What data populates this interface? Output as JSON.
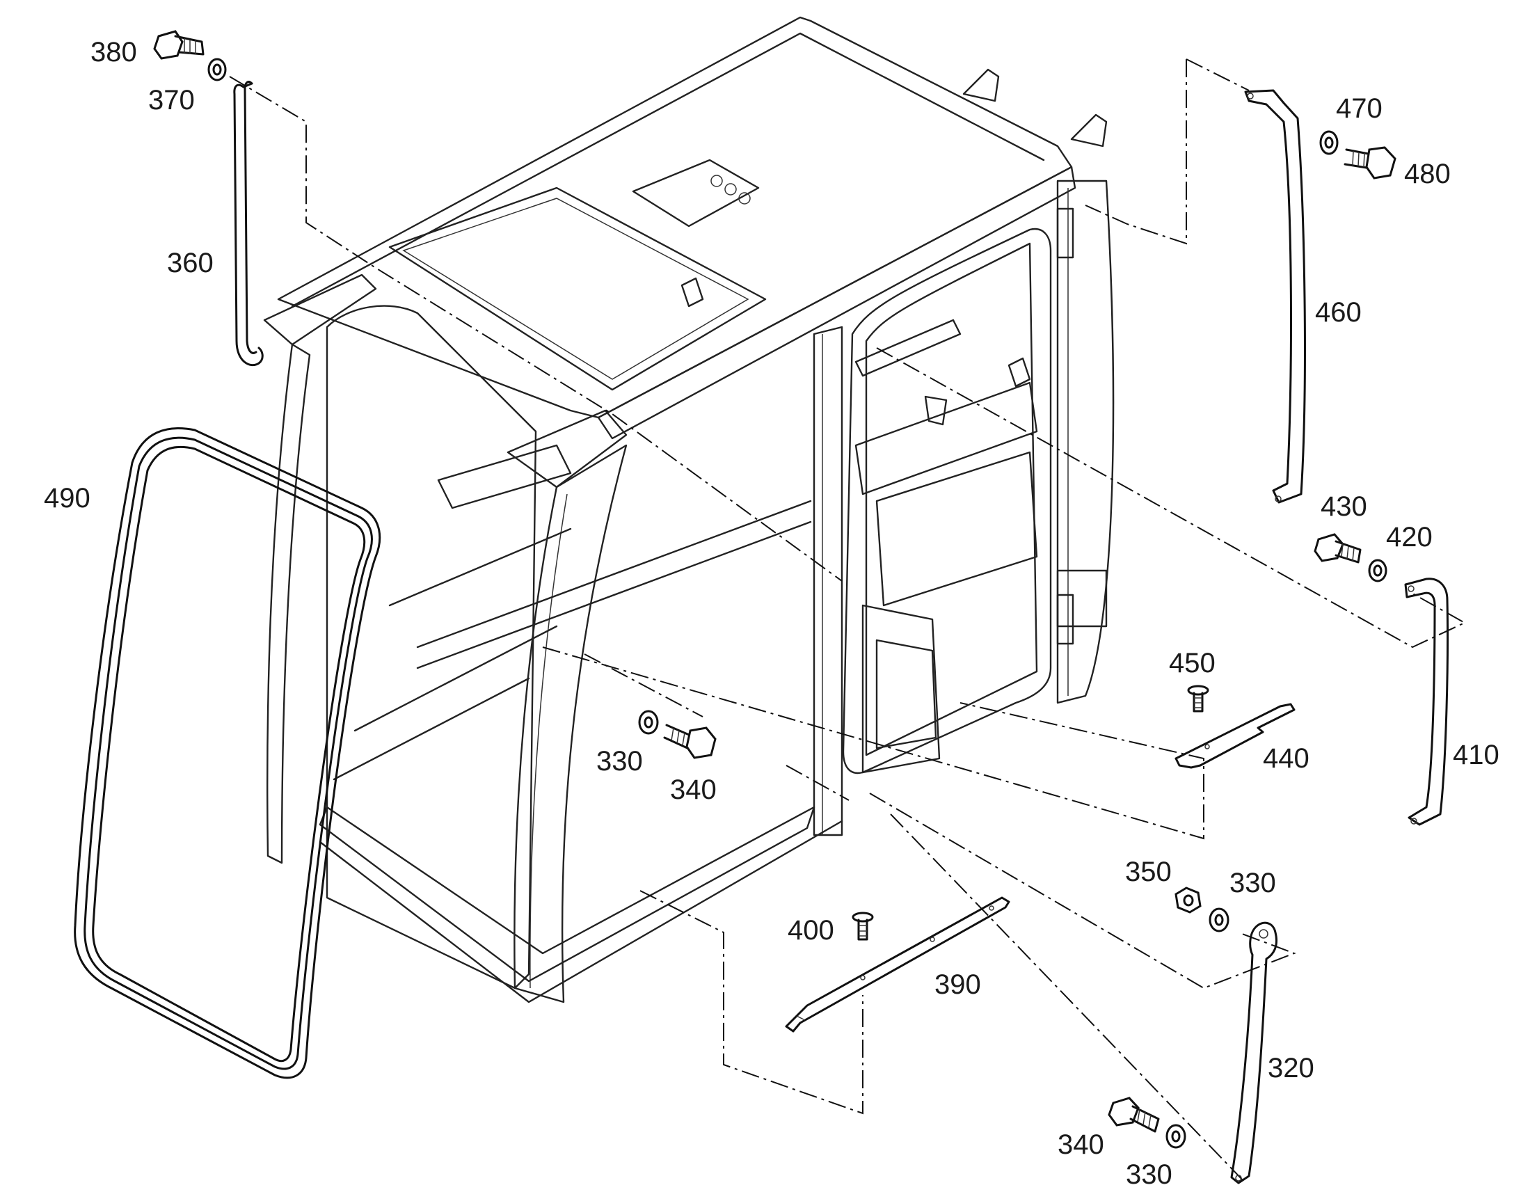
{
  "diagram": {
    "labels": {
      "p380": "380",
      "p370": "370",
      "p360": "360",
      "p490": "490",
      "p470": "470",
      "p480": "480",
      "p460": "460",
      "p430": "430",
      "p420": "420",
      "p450": "450",
      "p440": "440",
      "p410": "410",
      "p330a": "330",
      "p340a": "340",
      "p350": "350",
      "p330b": "330",
      "p400": "400",
      "p390": "390",
      "p320": "320",
      "p340b": "340",
      "p330c": "330"
    }
  }
}
